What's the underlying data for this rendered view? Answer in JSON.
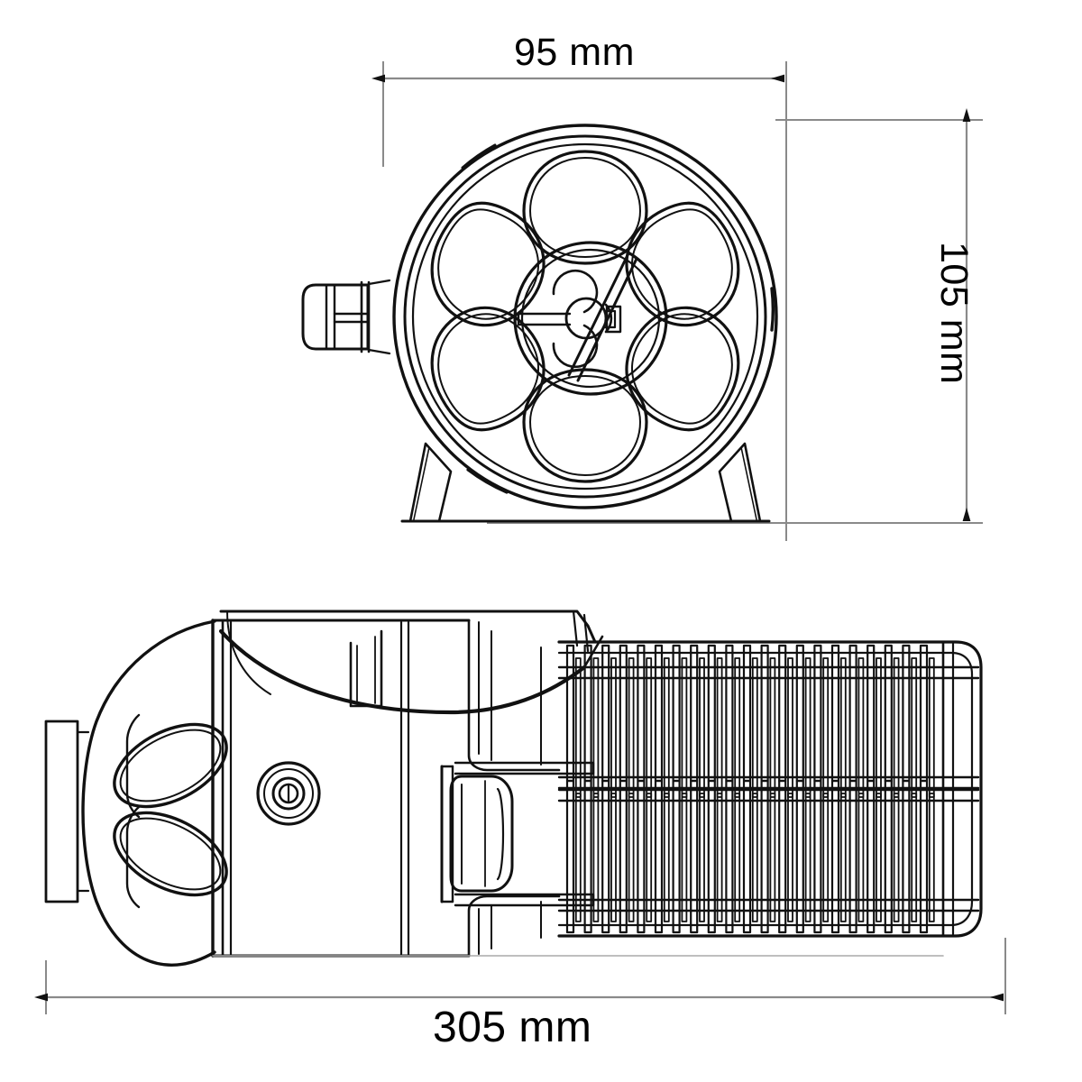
{
  "drawing": {
    "title": "",
    "background_color": "#ffffff",
    "line_color": "#1a1a1a",
    "dimension_line_color": "#808080",
    "units": "mm"
  },
  "dimensions": {
    "width": {
      "label": "95 mm",
      "value": 95,
      "unit": "mm",
      "orientation": "horizontal",
      "view": "front"
    },
    "height": {
      "label": "105 mm",
      "value": 105,
      "unit": "mm",
      "orientation": "vertical",
      "view": "front"
    },
    "length": {
      "label": "305 mm",
      "value": 305,
      "unit": "mm",
      "orientation": "horizontal",
      "view": "side"
    }
  },
  "views": {
    "front": {
      "name": "front-view",
      "description": "circular filter end cap with six radial teardrop openings, central hub, side inlet connector and two support legs"
    },
    "side": {
      "name": "side-view",
      "description": "cylindrical pump body with rounded dome nose, two elliptical intake slots, circular port, hinged cover and slotted strainer cage"
    }
  }
}
